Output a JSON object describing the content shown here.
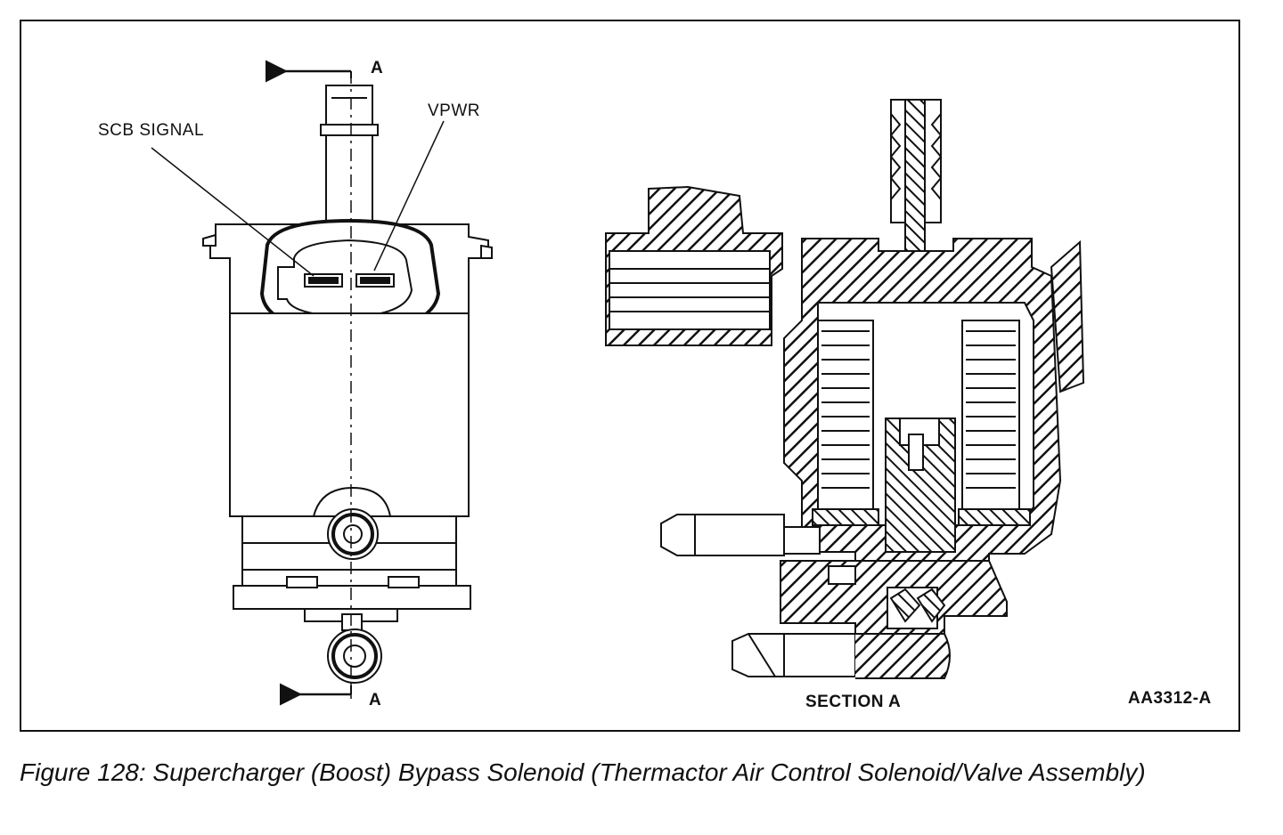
{
  "labels": {
    "scb_signal": "SCB SIGNAL",
    "vpwr": "VPWR",
    "section_marker_top": "A",
    "section_marker_bottom": "A",
    "section_title": "SECTION A",
    "drawing_id": "AA3312-A"
  },
  "caption": {
    "number": "Figure 128:",
    "text": "Supercharger (Boost) Bypass Solenoid (Thermactor Air Control Solenoid/Valve Assembly)"
  }
}
